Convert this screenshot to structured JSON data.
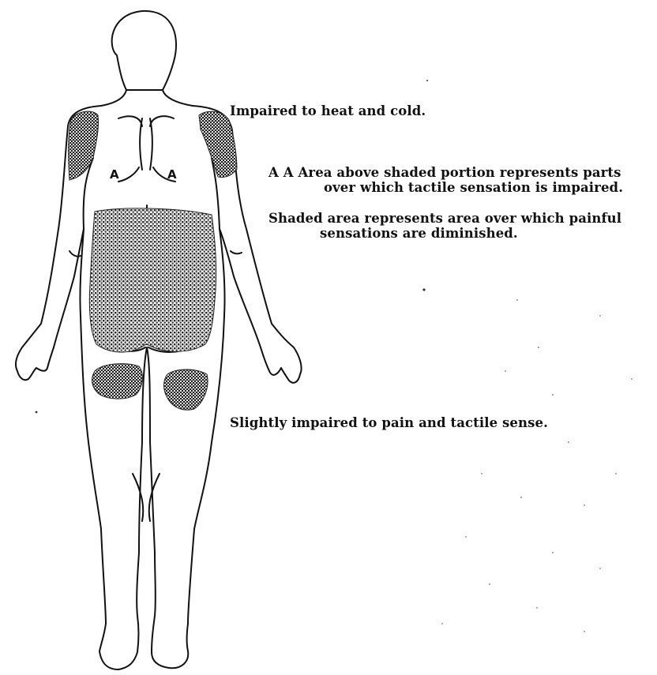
{
  "labels": {
    "heat_cold": "Impaired to heat and cold.",
    "tactile_line1": "A A Area above shaded portion represents parts",
    "tactile_line2": "over which tactile sensation is impaired.",
    "pain_line1": "Shaded area represents area over which painful",
    "pain_line2": "sensations are diminished.",
    "slight": "Slightly impaired to pain and tactile sense.",
    "marker_left": "A",
    "marker_right": "A"
  },
  "colors": {
    "ink": "#111111",
    "paper": "#ffffff"
  }
}
